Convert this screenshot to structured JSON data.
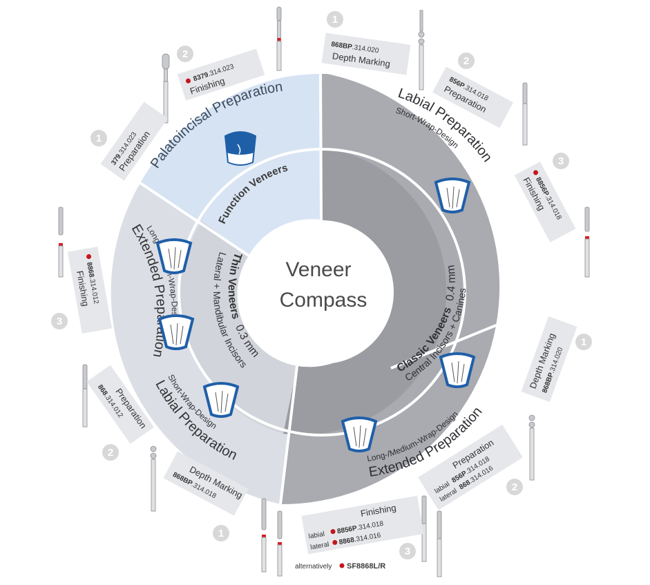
{
  "center": {
    "line1": "Veneer",
    "line2": "Compass"
  },
  "segments": {
    "function": {
      "title": "Function Veneers"
    },
    "thin": {
      "title": "Thin Veneers",
      "thickness": "0.3 mm",
      "subtitle": "Lateral + Mandibular Incisors"
    },
    "classic": {
      "title": "Classic Veneers",
      "thickness": "0.4 mm",
      "subtitle": "Central Incisors + Canines"
    }
  },
  "preparations": {
    "palatoincisal": {
      "title": "Palatoincisal Preparation"
    },
    "classic_labial": {
      "title": "Labial Preparation",
      "subtitle": "Short-Wrap-Design"
    },
    "classic_extended": {
      "title": "Extended Preparation",
      "subtitle": "Long-/Medium-Wrap-Design"
    },
    "thin_labial": {
      "title": "Labial Preparation",
      "subtitle": "Short-Wrap-Design"
    },
    "thin_extended": {
      "title": "Extended Preparation",
      "subtitle": "Long-/Medium-Wrap-Design"
    }
  },
  "tabs": {
    "pal_prep": {
      "num": "1",
      "code": "379",
      "suffix": ".314.023",
      "label": "Preparation"
    },
    "pal_fin": {
      "num": "2",
      "code": "8379",
      "suffix": ".314.023",
      "label": "Finishing"
    },
    "cl_depth": {
      "num": "1",
      "code": "868BP",
      "suffix": ".314.020",
      "label": "Depth Marking"
    },
    "cl_prep": {
      "num": "2",
      "code": "856P",
      "suffix": ".314.018",
      "label": "Preparation"
    },
    "cl_fin": {
      "num": "3",
      "code": "8856P",
      "suffix": ".314.018",
      "label": "Finishing"
    },
    "ce_depth": {
      "num": "1",
      "code": "868BP",
      "suffix": ".314.020",
      "label": "Depth Marking"
    },
    "ce_prep": {
      "num": "2",
      "label": "Preparation",
      "line1_prefix": "labial",
      "line1_code": "856P",
      "line1_suffix": ".314.018",
      "line2_prefix": "lateral",
      "line2_code": "868",
      "line2_suffix": ".314.016"
    },
    "ce_fin": {
      "num": "3",
      "label": "Finishing",
      "line1_prefix": "labial",
      "line1_code": "8856P",
      "line1_suffix": ".314.018",
      "line2_prefix": "lateral",
      "line2_code": "8868",
      "line2_suffix": ".314.016",
      "alt_prefix": "alternatively",
      "alt_code": "SF8868L/R"
    },
    "tl_depth": {
      "num": "1",
      "code": "868BP",
      "suffix": ".314.018",
      "label": "Depth Marking"
    },
    "tl_prep": {
      "num": "2",
      "code": "868",
      "suffix": ".314.012",
      "label": "Preparation"
    },
    "te_fin": {
      "num": "3",
      "code": "8868",
      "suffix": ".314.012",
      "label": "Finishing"
    }
  },
  "colors": {
    "classic_outer": "#a9abb1",
    "classic_inner": "#9a9ca2",
    "thin_outer": "#dcdee6",
    "thin_inner": "#d2d4dc",
    "function": "#d6e3f3",
    "accent_blue": "#1f5fa8",
    "red_dot": "#c4161c",
    "tab_bg": "#e6e7ea"
  }
}
